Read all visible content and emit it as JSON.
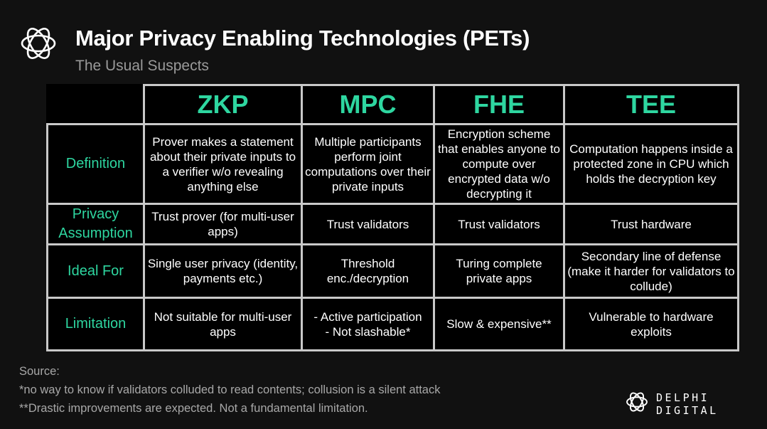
{
  "header": {
    "logo_icon": "delphi-knot-icon",
    "title": "Major Privacy Enabling Technologies (PETs)",
    "subtitle": "The Usual Suspects"
  },
  "table": {
    "columns": [
      "ZKP",
      "MPC",
      "FHE",
      "TEE"
    ],
    "rows": [
      {
        "label": "Definition",
        "cells": [
          "Prover makes a statement about their private inputs to a verifier w/o revealing anything else",
          "Multiple participants perform joint computations over their private inputs",
          "Encryption scheme that enables anyone to compute over encrypted data w/o decrypting it",
          "Computation happens inside a protected zone in CPU which holds the decryption key"
        ]
      },
      {
        "label": "Privacy Assumption",
        "cells": [
          "Trust prover (for multi-user apps)",
          "Trust validators",
          "Trust validators",
          "Trust hardware"
        ]
      },
      {
        "label": "Ideal For",
        "cells": [
          "Single user privacy (identity, payments etc.)",
          "Threshold enc./decryption",
          "Turing complete private apps",
          "Secondary line of defense (make it harder for validators to collude)"
        ]
      },
      {
        "label": "Limitation",
        "cells": [
          "Not suitable for multi-user apps",
          "- Active participation\n- Not slashable*",
          "Slow & expensive**",
          "Vulnerable to hardware exploits"
        ]
      }
    ]
  },
  "footer": {
    "source": "Source:",
    "note1": "*no way to know if validators colluded to read contents; collusion is a silent attack",
    "note2": "**Drastic improvements are expected. Not a fundamental limitation."
  },
  "brand": {
    "icon": "delphi-knot-icon",
    "name": "DELPHI DIGITAL"
  },
  "colors": {
    "background": "#111111",
    "accent": "#2ed6a0",
    "grid": "#c9c9c9",
    "muted": "#a8a8a8"
  }
}
